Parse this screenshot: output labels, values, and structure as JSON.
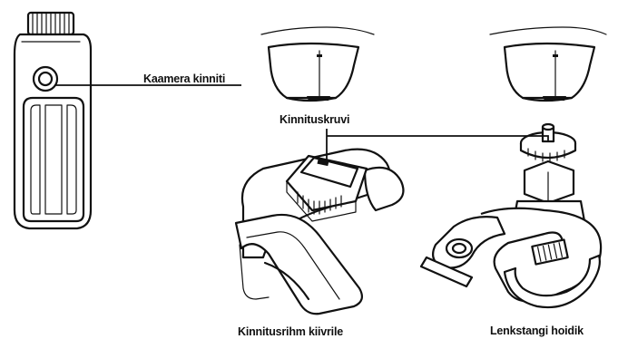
{
  "labels": {
    "camera_mount": "Kaamera kinniti",
    "mount_screw": "Kinnituskruvi",
    "helmet_strap": "Kinnitusrihm kiivrile",
    "handlebar_holder": "Lenkstangi hoidik"
  }
}
